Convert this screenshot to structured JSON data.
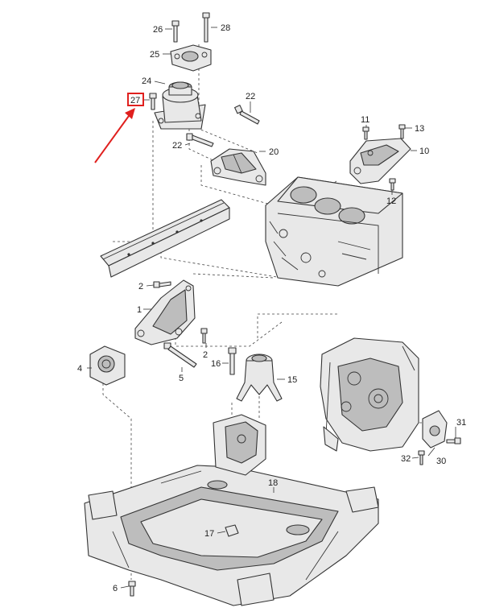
{
  "diagram": {
    "highlight_color": "#e0201e",
    "callouts": {
      "n1": "1",
      "n2a": "2",
      "n2b": "2",
      "n4": "4",
      "n5": "5",
      "n6": "6",
      "n10": "10",
      "n11": "11",
      "n12": "12",
      "n13": "13",
      "n15": "15",
      "n16": "16",
      "n17": "17",
      "n18": "18",
      "n20": "20",
      "n22a": "22",
      "n22b": "22",
      "n24": "24",
      "n25": "25",
      "n26": "26",
      "n27": "27",
      "n28": "28",
      "n30": "30",
      "n31": "31",
      "n32": "32"
    }
  }
}
